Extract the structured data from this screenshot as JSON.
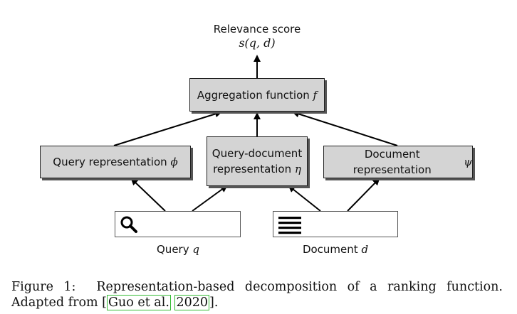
{
  "output": {
    "label": "Relevance score",
    "formula": "s(q, d)"
  },
  "aggregation": {
    "text": "Aggregation function",
    "symbol": "f"
  },
  "query_rep": {
    "text": "Query representation",
    "symbol": "ϕ"
  },
  "qd_rep": {
    "line1": "Query-document",
    "line2": "representation",
    "symbol": "η"
  },
  "doc_rep": {
    "text": "Document representation",
    "symbol": "ψ"
  },
  "query_input": {
    "icon": "search-icon",
    "label": "Query",
    "symbol": "q"
  },
  "doc_input": {
    "icon": "document-lines-icon",
    "label": "Document",
    "symbol": "d"
  },
  "caption": {
    "prefix": "Figure 1:",
    "text": "Representation-based decomposition of a ranking function. Adapted from ",
    "cite_author": "Guo et al.",
    "cite_year": "2020",
    "suffix": "]."
  }
}
